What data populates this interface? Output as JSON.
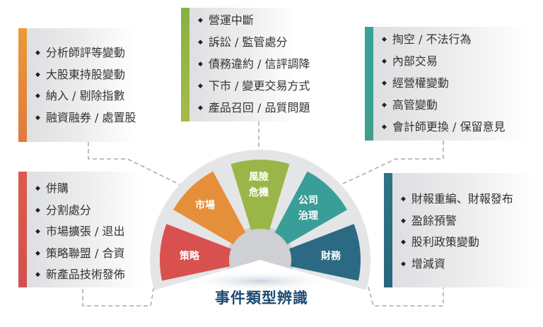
{
  "title": "事件類型辨識",
  "categories": [
    {
      "key": "strategy",
      "label": [
        "策略"
      ],
      "color": "#d8514f",
      "items": [
        "併購",
        "分割處分",
        "市場擴張 / 退出",
        "策略聯盟 / 合資",
        "新產品技術發佈"
      ]
    },
    {
      "key": "market",
      "label": [
        "市場"
      ],
      "color": "#e68f3a",
      "items": [
        "分析師評等變動",
        "大股東持股變動",
        "納入 / 剔除指數",
        "融資融券 / 處置股"
      ]
    },
    {
      "key": "risk",
      "label": [
        "風險",
        "危機"
      ],
      "color": "#9bb648",
      "items": [
        "營運中斷",
        "訴訟 / 監管處分",
        "債務違約 / 信評調降",
        "下市 / 變更交易方式",
        "產品召回 / 品質問題"
      ]
    },
    {
      "key": "governance",
      "label": [
        "公司",
        "治理"
      ],
      "color": "#3a9e98",
      "items": [
        "掏空 / 不法行為",
        "內部交易",
        "經營權變動",
        "高管變動",
        "會計師更換 / 保留意見"
      ]
    },
    {
      "key": "finance",
      "label": [
        "財務"
      ],
      "color": "#2b6a82",
      "items": [
        "財報重編、財報發布",
        "盈餘預警",
        "股利政策變動",
        "增減資"
      ]
    }
  ],
  "bullet": "◆"
}
